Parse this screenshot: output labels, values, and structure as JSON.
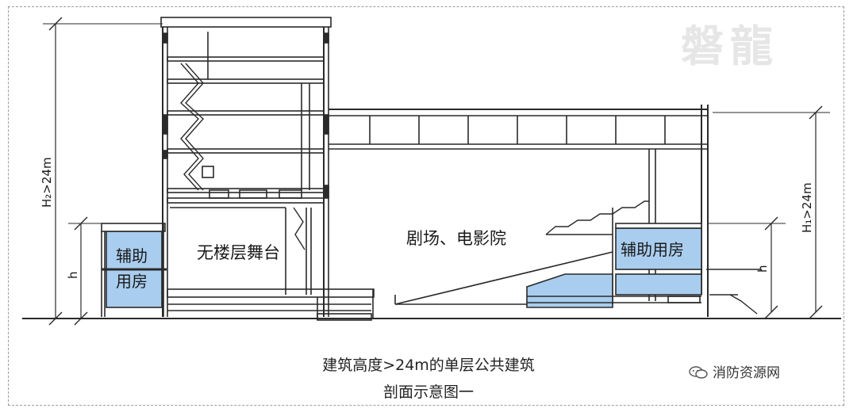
{
  "labels": {
    "stage": "无楼层舞台",
    "theater": "剧场、电影院",
    "aux_left_1": "辅助",
    "aux_left_2": "用房",
    "aux_right": "辅助用房"
  },
  "dimensions": {
    "h2": "H₂>24m",
    "h1": "H₁>24m",
    "h_left": "h",
    "h_right": "h"
  },
  "caption": {
    "line1": "建筑高度>24m的单层公共建筑",
    "line2": "剖面示意图一"
  },
  "logo": "磐龍",
  "watermark": "消防资源网",
  "colors": {
    "aux_fill": "#a9cdee",
    "line": "#2a2a2a"
  }
}
